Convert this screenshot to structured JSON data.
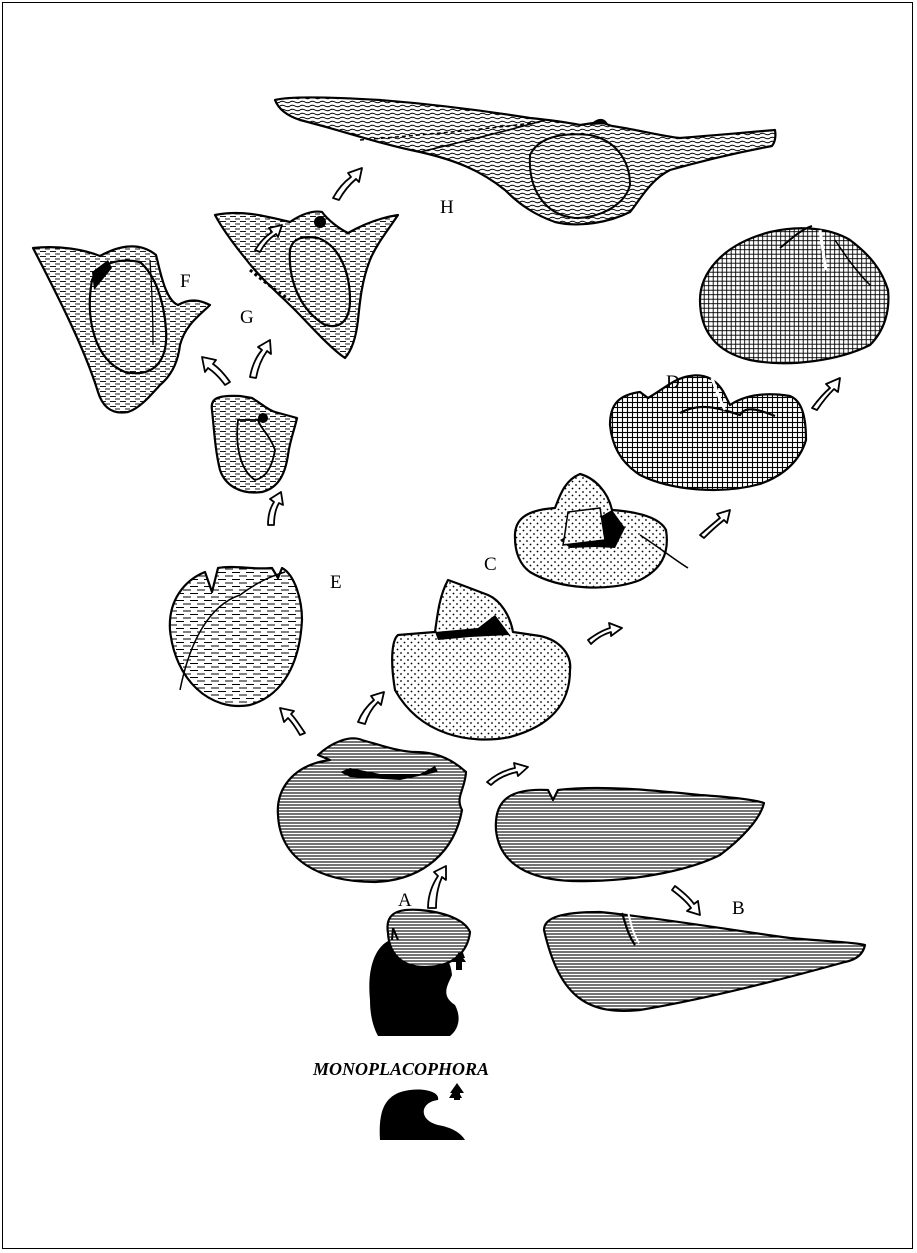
{
  "figure": {
    "labels": {
      "a": "A",
      "b": "B",
      "c": "C",
      "d": "D",
      "e": "E",
      "f": "F",
      "g": "G",
      "h": "H"
    },
    "root_label": "MONOPLACOPHORA"
  }
}
